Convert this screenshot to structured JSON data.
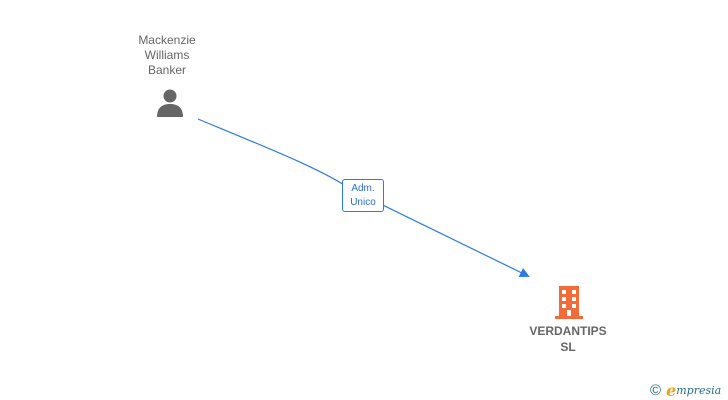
{
  "person": {
    "name_lines": [
      "Mackenzie",
      "Williams",
      "Banker"
    ],
    "icon": "person-icon"
  },
  "relationship": {
    "label_lines": [
      "Adm.",
      "Unico"
    ],
    "color": "#2c7be0"
  },
  "company": {
    "name_lines": [
      "VERDANTIPS",
      "SL"
    ],
    "icon": "building-icon",
    "color": "#f26b38"
  },
  "brand": {
    "copyright_symbol": "©",
    "first_letter": "e",
    "rest": "mpresia"
  }
}
